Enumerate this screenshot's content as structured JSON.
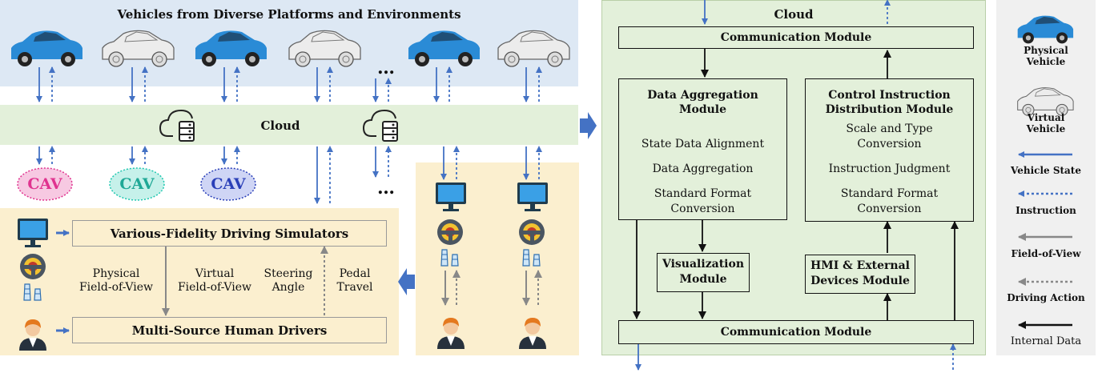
{
  "left": {
    "vehicles_title": "Vehicles from Diverse Platforms and Environments",
    "cloud_label": "Cloud",
    "cav_label": "CAV",
    "ellipsis": "…",
    "simulators_label": "Various-Fidelity Driving Simulators",
    "drivers_label": "Multi-Source Human Drivers",
    "physical_fov_l1": "Physical",
    "physical_fov_l2": "Field-of-View",
    "virtual_fov_l1": "Virtual",
    "virtual_fov_l2": "Field-of-View",
    "steering_l1": "Steering",
    "steering_l2": "Angle",
    "pedal_l1": "Pedal",
    "pedal_l2": "Travel"
  },
  "cloud_detail": {
    "title": "Cloud",
    "comm_top": "Communication Module",
    "comm_bottom": "Communication Module",
    "aggregation_title_l1": "Data Aggregation",
    "aggregation_title_l2": "Module",
    "aggregation_items": [
      "State Data Alignment",
      "Data Aggregation",
      "Standard Format",
      "Conversion"
    ],
    "control_title_l1": "Control Instruction",
    "control_title_l2": "Distribution Module",
    "control_items": [
      "Scale and Type",
      "Conversion",
      "Instruction Judgment",
      "Standard Format",
      "Conversion"
    ],
    "visualization_l1": "Visualization",
    "visualization_l2": "Module",
    "hmi_l1": "HMI & External",
    "hmi_l2": "Devices Module"
  },
  "legend": {
    "physical_vehicle_l1": "Physical",
    "physical_vehicle_l2": "Vehicle",
    "virtual_vehicle_l1": "Virtual",
    "virtual_vehicle_l2": "Vehicle",
    "vehicle_state": "Vehicle State",
    "instruction": "Instruction",
    "fov": "Field-of-View",
    "driving_action": "Driving Action",
    "internal_data": "Internal Data"
  },
  "colors": {
    "blue_arrow": "#4472c4",
    "grey_arrow": "#888888",
    "black_arrow": "#111111",
    "physical_car": "#2a8bd6",
    "virtual_car": "#d9d9d9",
    "cav_pink": "#e0338f",
    "cav_cyan": "#1fc7b0",
    "cav_blue": "#2a3fb8"
  },
  "icons": [
    "car-icon",
    "cloud-server-icon",
    "brain-icon",
    "monitor-icon",
    "steering-wheel-icon",
    "pedal-icon",
    "driver-icon"
  ]
}
